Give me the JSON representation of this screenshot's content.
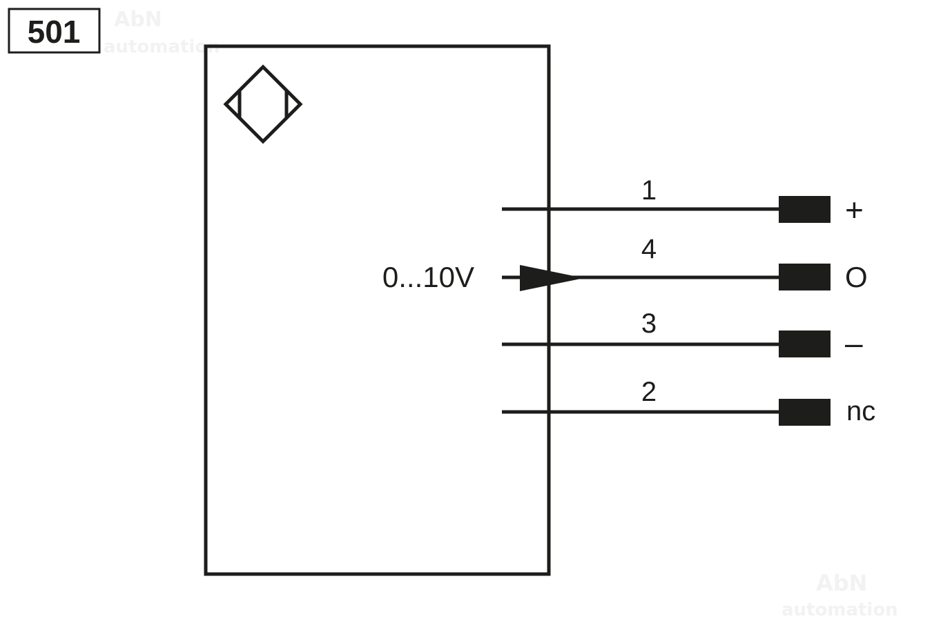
{
  "diagram_id": "501",
  "watermark": {
    "line1": "AbN",
    "line2": "automation"
  },
  "output_signal": "0...10V",
  "pins": [
    {
      "number": "1",
      "function": "+"
    },
    {
      "number": "4",
      "function": "O"
    },
    {
      "number": "3",
      "function": "–"
    },
    {
      "number": "2",
      "function": "nc"
    }
  ],
  "colors": {
    "ink": "#1d1d1b",
    "watermark": "#f2f2f2"
  }
}
